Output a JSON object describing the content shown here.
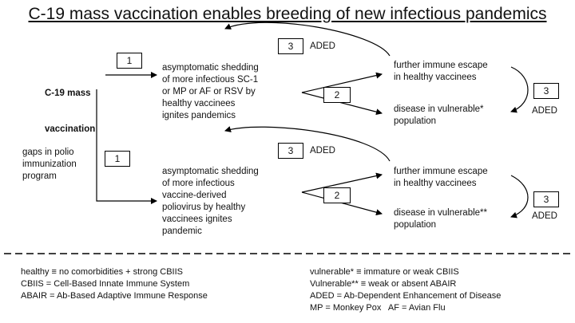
{
  "title": "C-19 mass vaccination enables breeding of new infectious pandemics",
  "sources": {
    "c19_line1": "C-19 mass",
    "c19_line2": "vaccination",
    "polio": "gaps in polio\nimmunization\nprogram"
  },
  "step_labels": {
    "one_a": "1",
    "one_b": "1",
    "two_a": "2",
    "two_b": "2",
    "three_a": "3",
    "three_b": "3",
    "three_c": "3",
    "three_d": "3"
  },
  "aded_label": "ADED",
  "shedding_top": "asymptomatic shedding\nof more infectious SC-1\nor MP or AF or RSV by\nhealthy vaccinees\nignites pandemics",
  "shedding_bottom": "asymptomatic shedding\nof more infectious\nvaccine-derived\npoliovirus by healthy\nvaccinees ignites\npandemic",
  "escape": "further immune escape\nin healthy vaccinees",
  "disease_top": "disease in vulnerable*\npopulation",
  "disease_bottom": "disease in vulnerable**\npopulation",
  "legend_left": [
    "healthy ≡ no comorbidities + strong CBIIS",
    "CBIIS = Cell-Based Innate Immune System",
    "ABAIR = Ab-Based Adaptive Immune Response"
  ],
  "legend_right": [
    "vulnerable* ≡ immature or weak CBIIS",
    "Vulnerable** ≡ weak or absent ABAIR",
    "ADED = Ab-Dependent Enhancement of Disease",
    "MP = Monkey Pox   AF = Avian Flu"
  ]
}
